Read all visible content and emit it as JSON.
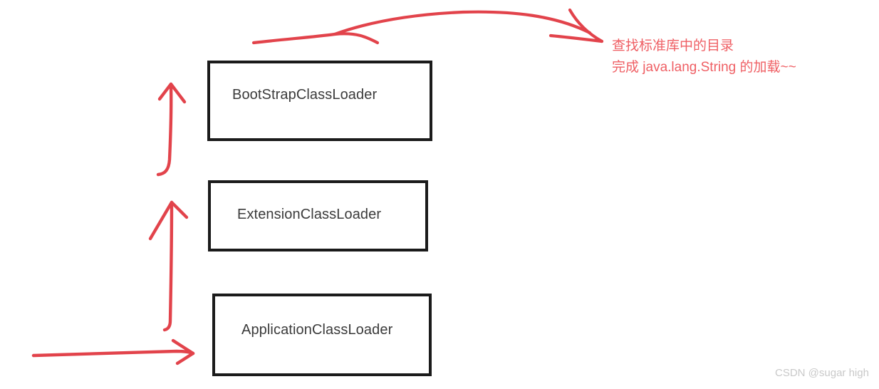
{
  "diagram": {
    "title": "JVM ClassLoader Delegation Diagram",
    "accent_red": "#e2434b",
    "annotation_red": "#ef5f64",
    "box_border": "#1b1b1b",
    "text_color": "#3b3b3b",
    "boxes": [
      {
        "id": "bootstrap",
        "label": "BootStrapClassLoader"
      },
      {
        "id": "extension",
        "label": "ExtensionClassLoader"
      },
      {
        "id": "application",
        "label": "ApplicationClassLoader"
      }
    ],
    "arrows": [
      {
        "name": "top-curved-arrow",
        "from": "BootStrapClassLoader box top",
        "to": "annotation text"
      },
      {
        "name": "extension-to-bootstrap-arrow",
        "direction": "up"
      },
      {
        "name": "application-to-extension-arrow",
        "direction": "up"
      },
      {
        "name": "entry-arrow",
        "direction": "right",
        "to": "ApplicationClassLoader box"
      }
    ],
    "annotation": {
      "line1": "查找标准库中的目录",
      "line2": "完成 java.lang.String 的加载~~"
    },
    "watermark": "CSDN @sugar high"
  }
}
